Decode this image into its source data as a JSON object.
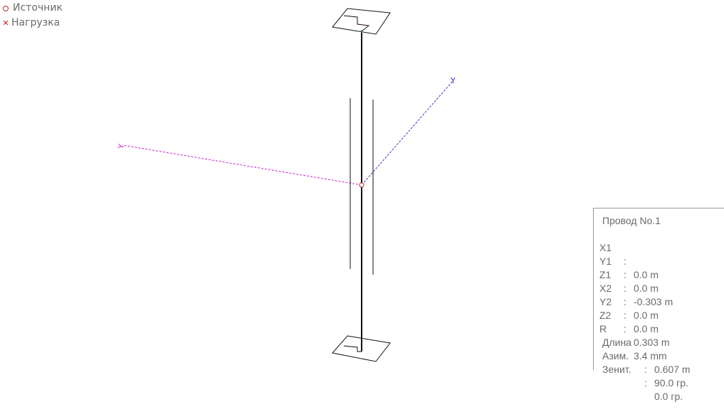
{
  "legend": {
    "source_label": "Источник",
    "load_label": "Нагрузка"
  },
  "axes": {
    "y_label": "Y",
    "x_label": "Y"
  },
  "colors": {
    "source_marker": "#cc2222",
    "load_marker": "#cc2222",
    "wire": "#111111",
    "y_axis": "#3333cc",
    "x_axis": "#cc22cc"
  },
  "wire_info": {
    "title": "Провод No.1",
    "coords": [
      {
        "label": "X1",
        "sep": ":",
        "value": "0.0 m"
      },
      {
        "label": "Y1",
        "sep": ":",
        "value": "0.0 m"
      },
      {
        "label": "Z1",
        "sep": ":",
        "value": "-0.303 m"
      },
      {
        "label": "X2",
        "sep": ":",
        "value": "0.0 m"
      },
      {
        "label": "Y2",
        "sep": ":",
        "value": "0.0 m"
      },
      {
        "label": "Z2",
        "sep": ":",
        "value": "0.303 m"
      },
      {
        "label": "R",
        "sep": ":",
        "value": "3.4 mm"
      }
    ],
    "props": [
      {
        "label": "Длина",
        "sep": ":",
        "value": "0.607 m"
      },
      {
        "label": "Азим.",
        "sep": ":",
        "value": "90.0 гр."
      },
      {
        "label": "Зенит.",
        "sep": ":",
        "value": "0.0 гр."
      }
    ]
  }
}
